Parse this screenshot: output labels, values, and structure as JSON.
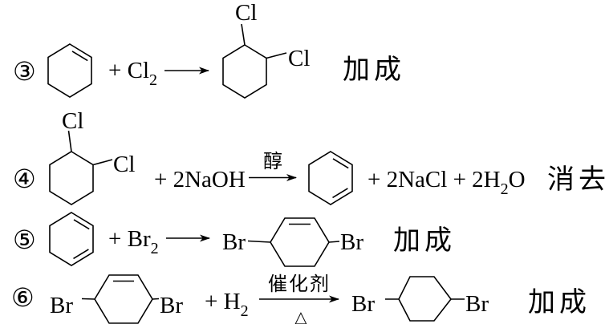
{
  "page": {
    "background": "#ffffff",
    "ink": "#000000"
  },
  "reactions": [
    {
      "number": "③",
      "reagent_plus": "+ Cl",
      "reagent_sub": "2",
      "product_cl_top": "Cl",
      "product_cl_right": "Cl",
      "type": "加成"
    },
    {
      "number": "④",
      "reactant_cl_top": "Cl",
      "reactant_cl_right": "Cl",
      "reagent": "+ 2NaOH",
      "condition": "醇",
      "byproducts_main": "+ 2NaCl + 2H",
      "byproducts_sub": "2",
      "byproducts_tail": "O",
      "type": "消去"
    },
    {
      "number": "⑤",
      "reagent_plus": "+ Br",
      "reagent_sub": "2",
      "product_br_left": "Br",
      "product_br_right": "Br",
      "type": "加成"
    },
    {
      "number": "⑥",
      "reactant_br_left": "Br",
      "reactant_br_right": "Br",
      "reagent_plus": "+ H",
      "reagent_sub": "2",
      "condition_top": "催化剂",
      "condition_bottom": "△",
      "product_br_left": "Br",
      "product_br_right": "Br",
      "type": "加成"
    }
  ]
}
